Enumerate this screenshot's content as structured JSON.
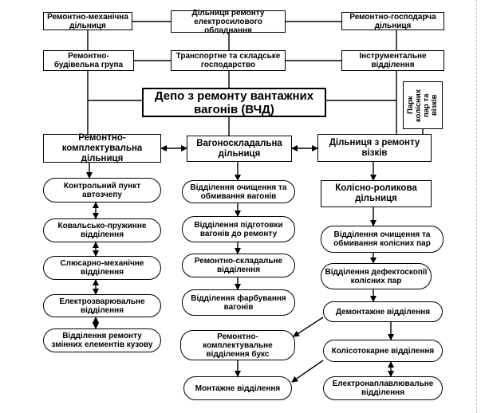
{
  "nodes": {
    "mech": "Ремонтно-механічна дільниця",
    "elec": "Дільниця ремонту електросилового обладнання",
    "gosp": "Ремонтно-господарча дільниця",
    "bud": "Ремонтно-будівельна група",
    "trans": "Транспортне та складське господарство",
    "instr": "Інструментальне відділення",
    "depot": "Депо з ремонту вантажних вагонів (ВЧД)",
    "park": "Парк колісних пар та візків",
    "komp": "Ремонтно-комплектувальна дільниця",
    "vagon": "Вагоноскладальна дільниця",
    "vizk": "Дільниця з ремонту візків",
    "kontr": "Контрольний пункт автозчепу",
    "koval": "Ковальсько-пружинне відділення",
    "slus": "Слюсарно-механічне відділення",
    "elzv": "Електрозварювальне відділення",
    "zmin": "Відділення ремонту змінних елементів кузову",
    "ochv": "Відділення очищення та обмивання вагонів",
    "pidg": "Відділення підготовки вагонів до ремонту",
    "sklad": "Ремонтно-складальне відділення",
    "farb": "Відділення фарбування вагонів",
    "buks": "Ремонтно-комплектувальне відділення букс",
    "mont": "Монтажне відділення",
    "kolr": "Колісно-роликова дільниця",
    "ochk": "Відділення очищення та обмивання колісних пар",
    "defk": "Відділення дефектоскопії колісних пар",
    "demt": "Демонтажне відділення",
    "kolt": "Колісотокарне відділення",
    "elnp": "Електронаплавлювальне відділення"
  }
}
